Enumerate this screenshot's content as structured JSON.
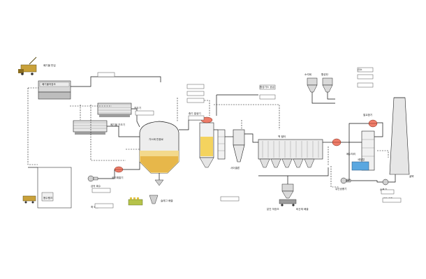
{
  "diagram": {
    "labels": {
      "truck_top": "폐기물 반입",
      "pit": "폐기물저장조",
      "dryer_top": "건조기",
      "dryer_bottom": "폐기물 건조기",
      "reactor": "가스화 반응로",
      "steam_outlet": "증기 발생기",
      "air_preheater": "공기예열기",
      "syngas_out": "합성가스 공급",
      "cyclone_label": "사이클론",
      "bag_filter": "백 필터",
      "scrubber_label": "세정탑",
      "stack_label": "굴뚝",
      "ash_out": "비산재 배출",
      "slag_out": "슬래그 배출",
      "water_tank": "용수탱크",
      "wet_scrubber_out": "폐수처리",
      "chemical_top_1": "소석회",
      "chemical_top_2": "활성탄",
      "fan": "송풍기",
      "id_fan": "유인송풍기",
      "heat_exchanger": "열교환기",
      "oxygen": "산소",
      "char_out": "촤 배출",
      "metal_out": "금속 회수",
      "dust_bin": "분진 저장조",
      "to_stack": "대기 배출"
    }
  }
}
